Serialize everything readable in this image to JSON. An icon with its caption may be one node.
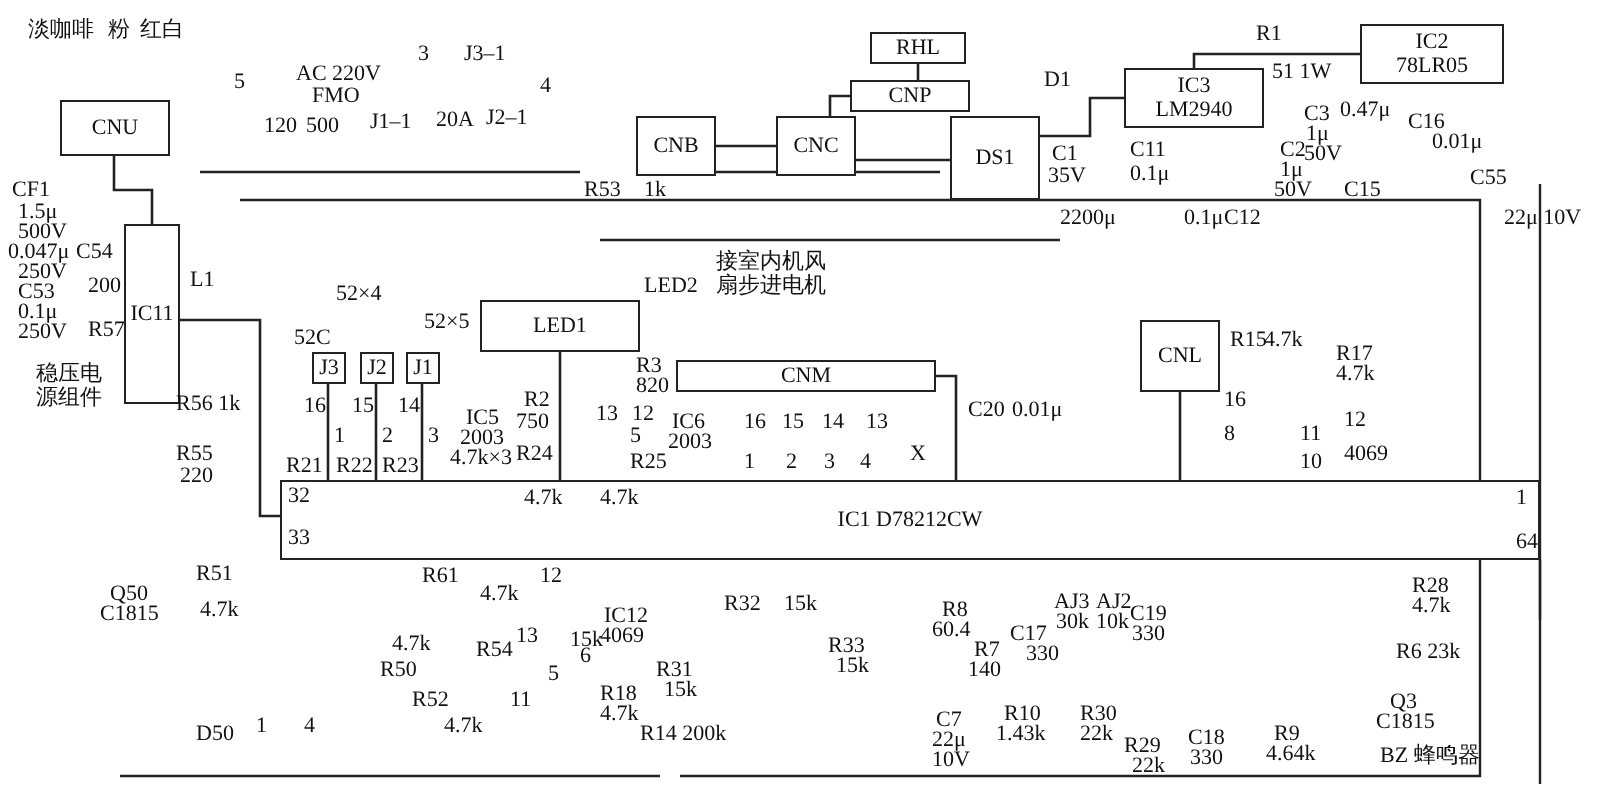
{
  "diagram": {
    "nodes": [
      {
        "text": [
          "CNU"
        ]
      },
      {
        "text": [
          "CNB"
        ]
      },
      {
        "text": [
          "CNC"
        ]
      },
      {
        "text": [
          "CNP"
        ]
      },
      {
        "text": [
          "RHL"
        ]
      },
      {
        "text": [
          "DS1"
        ]
      },
      {
        "text": [
          "IC3",
          "LM2940"
        ]
      },
      {
        "text": [
          "IC2",
          "78LR05"
        ]
      },
      {
        "text": [
          "IC1 D78212CW"
        ]
      },
      {
        "text": [
          "CNM"
        ]
      },
      {
        "text": [
          "CNL"
        ]
      },
      {
        "text": [
          "J3"
        ]
      },
      {
        "text": [
          "J2"
        ]
      },
      {
        "text": [
          "J1"
        ]
      },
      {
        "text": [
          "LED1"
        ]
      },
      {
        "text": [
          "IC11"
        ]
      }
    ],
    "edges": [
      {
        "from": 0,
        "to": 15,
        "arrow": "none"
      },
      {
        "from": 1,
        "to": 2,
        "arrow": "none"
      },
      {
        "from": 2,
        "to": 3,
        "arrow": "none"
      },
      {
        "from": 3,
        "to": 4,
        "arrow": "none"
      },
      {
        "from": 2,
        "to": 5,
        "arrow": "none"
      },
      {
        "from": 5,
        "to": 6,
        "arrow": "none"
      },
      {
        "from": 6,
        "to": 7,
        "arrow": "none"
      },
      {
        "from": 11,
        "to": 8,
        "arrow": "none"
      },
      {
        "from": 12,
        "to": 8,
        "arrow": "none"
      },
      {
        "from": 13,
        "to": 8,
        "arrow": "none"
      },
      {
        "from": 14,
        "to": 8,
        "arrow": "none"
      },
      {
        "from": 9,
        "to": 8,
        "arrow": "none"
      },
      {
        "from": 10,
        "to": 8,
        "arrow": "none"
      },
      {
        "from": 15,
        "to": 8,
        "arrow": "none"
      }
    ],
    "labels": [
      "淡咖啡",
      "粉",
      "红白",
      "5",
      "AC 220V",
      "FMO",
      "3",
      "J3–1",
      "4",
      "120",
      "500",
      "J1–1",
      "20A",
      "J2–1",
      "CF1",
      "1.5μ",
      "500V",
      "0.047μ",
      "250V",
      "C54",
      "C53",
      "0.1μ",
      "250V",
      "200",
      "R57",
      "L1",
      "R53",
      "1k",
      "LED2",
      "52×4",
      "52×5",
      "52C",
      "D1",
      "C1",
      "35V",
      "2200μ",
      "C11",
      "0.1μ",
      "0.1μ",
      "C12",
      "C2",
      "1μ",
      "50V",
      "R1",
      "51 1W",
      "C3",
      "1μ",
      "50V",
      "0.47μ",
      "C15",
      "C16",
      "0.01μ",
      "C55",
      "22μ 10V",
      "接室内机风扇步进电机",
      "R2",
      "750",
      "R3",
      "820",
      "IC5",
      "2003",
      "4.7k×3",
      "16",
      "15",
      "14",
      "1",
      "2",
      "3",
      "R21",
      "R22",
      "R23",
      "R24",
      "R25",
      "4.7k",
      "4.7k",
      "13",
      "12",
      "5",
      "IC6",
      "2003",
      "16",
      "15",
      "14",
      "13",
      "1",
      "2",
      "3",
      "4",
      "C20",
      "0.01μ",
      "X",
      "R15",
      "4.7k",
      "R17",
      "4.7k",
      "16",
      "8",
      "11",
      "12",
      "10",
      "4069",
      "32",
      "33",
      "1",
      "64",
      "稳压电源组件",
      "R56 1k",
      "R55",
      "220",
      "R51",
      "4.7k",
      "Q50",
      "C1815",
      "R61",
      "4.7k",
      "12",
      "13",
      "15k",
      "R54",
      "11",
      "R50",
      "4.7k",
      "R52",
      "4.7k",
      "D50",
      "1",
      "4",
      "IC12",
      "4069",
      "6",
      "5",
      "R18",
      "4.7k",
      "R31",
      "15k",
      "R14 200k",
      "R32",
      "15k",
      "R33",
      "15k",
      "R8",
      "60.4",
      "R7",
      "140",
      "C17",
      "330",
      "AJ3",
      "30k",
      "AJ2",
      "10k",
      "C19",
      "330",
      "C7",
      "22μ",
      "10V",
      "R10",
      "1.43k",
      "R30",
      "22k",
      "R29",
      "22k",
      "C18",
      "330",
      "R9",
      "4.64k",
      "R28",
      "4.7k",
      "Q3",
      "C1815",
      "R6 23k",
      "BZ 蜂鸣器"
    ]
  }
}
